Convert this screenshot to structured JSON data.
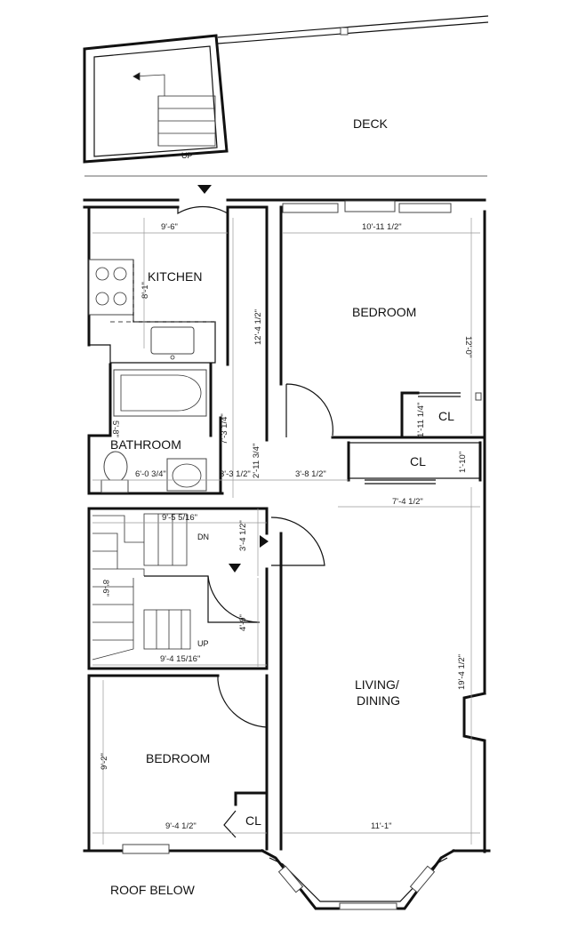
{
  "rooms": {
    "deck": "DECK",
    "kitchen": "KITCHEN",
    "bedroom_upper": "BEDROOM",
    "bathroom": "BATHROOM",
    "closet_upper": "CL",
    "closet_hall": "CL",
    "living_dining_line1": "LIVING/",
    "living_dining_line2": "DINING",
    "bedroom_lower": "BEDROOM",
    "closet_lower": "CL",
    "roof_below": "ROOF BELOW"
  },
  "stairs": {
    "deck_up": "UP",
    "interior_dn": "DN",
    "interior_up": "UP"
  },
  "dimensions": {
    "kitchen_width": "9'-6\"",
    "kitchen_depth": "8'-1\"",
    "bedroom_upper_width": "10'-11 1/2\"",
    "bedroom_upper_depth": "12'-0\"",
    "corridor_length": "12'-4 1/2\"",
    "closet_upper_width": "1'-11 1/4\"",
    "bathroom_height": "7'-3 1/4\"",
    "bathroom_side": "5'-8\"",
    "bathroom_width": "6'-0 3/4\"",
    "hall_width_a": "3'-3 1/2\"",
    "hall_width_b": "2'-11 3/4\"",
    "hall_width_c": "3'-8 1/2\"",
    "closet_hall_depth": "1'-10\"",
    "closet_hall_width": "7'-4 1/2\"",
    "stair_top_width": "9'-5 5/16\"",
    "landing_depth": "3'-4 1/2\"",
    "stair_depth": "8'-6\"",
    "vestibule_depth": "4'-9\"",
    "stair_bottom_width": "9'-4 15/16\"",
    "living_depth": "19'-4 1/2\"",
    "bedroom_lower_depth": "9'-2\"",
    "bedroom_lower_width": "9'-4 1/2\"",
    "living_width": "11'-1\""
  }
}
